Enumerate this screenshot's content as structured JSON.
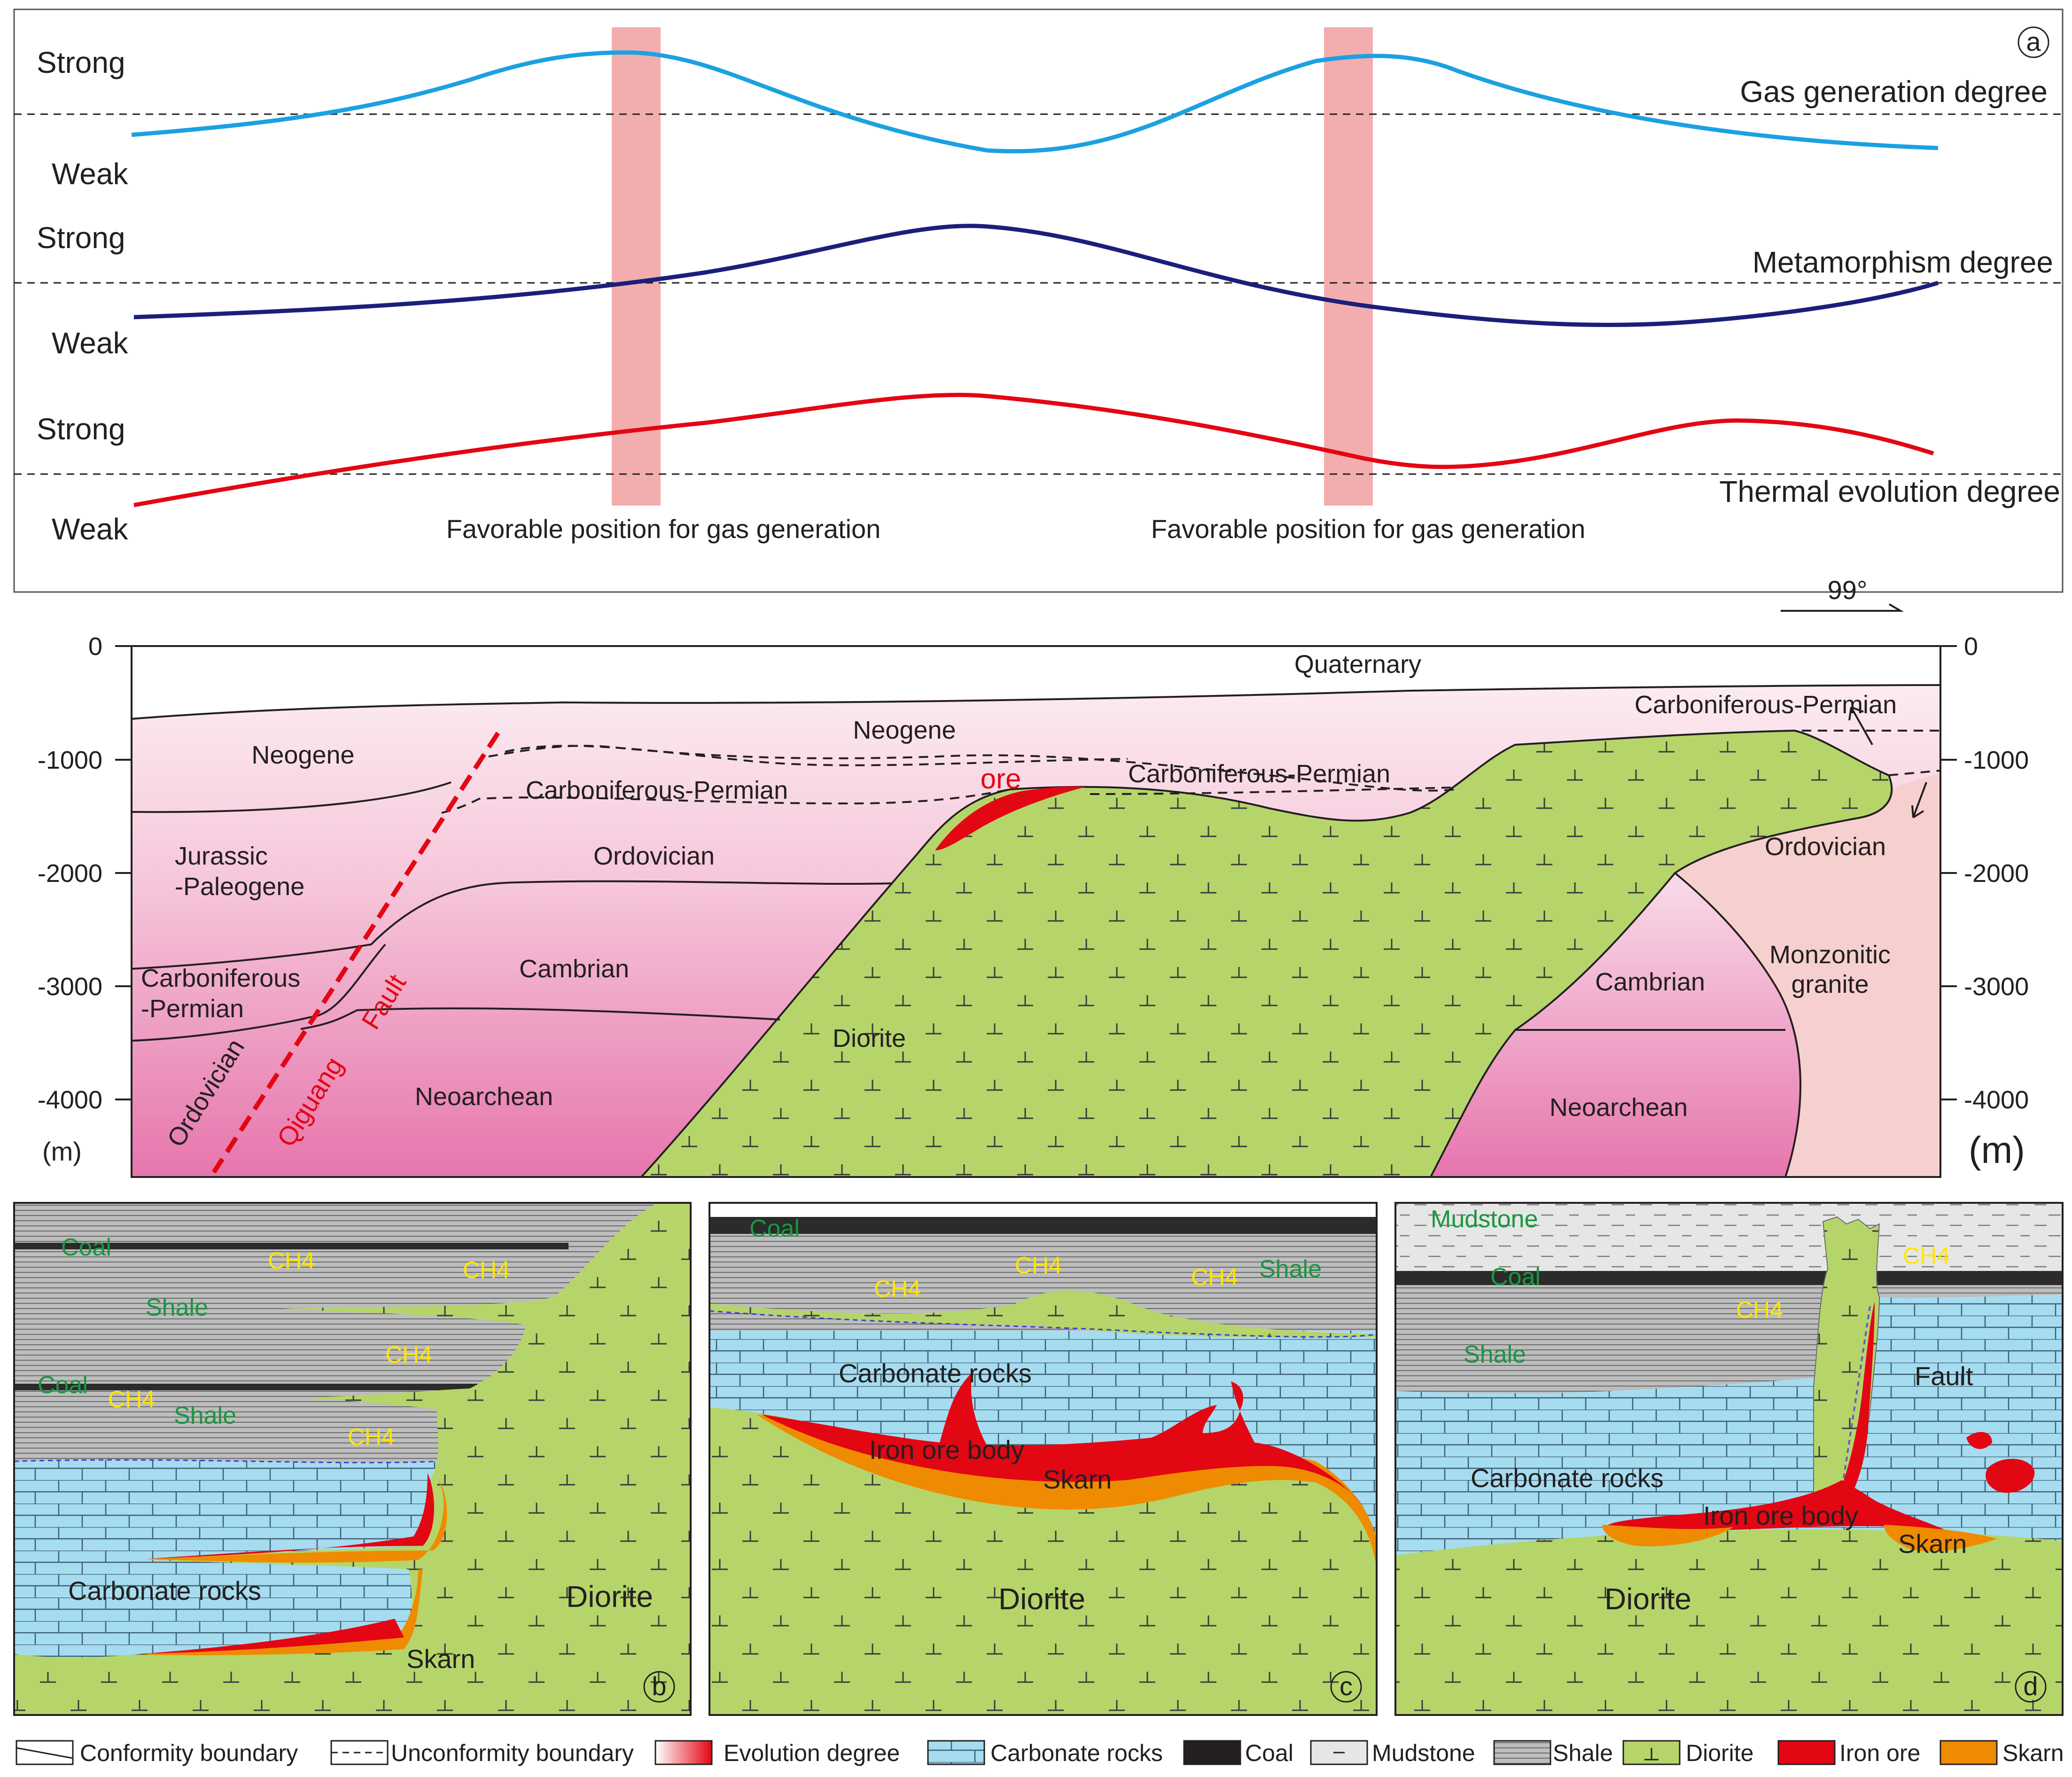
{
  "panel_a": {
    "panel_label": "a",
    "rows": [
      {
        "strong": "Strong",
        "weak": "Weak",
        "title": "Gas generation degree",
        "color": "#1ba1e2"
      },
      {
        "strong": "Strong",
        "weak": "Weak",
        "title": "Metamorphism degree",
        "color": "#1b1f7a"
      },
      {
        "strong": "Strong",
        "weak": "Weak",
        "title": "Thermal evolution degree",
        "color": "#e30613"
      }
    ],
    "favorable_label_1": "Favorable position for gas generation",
    "favorable_label_2": "Favorable position for gas generation",
    "band_color": "#f2aeae"
  },
  "section": {
    "azimuth": "99°",
    "depth_ticks_left": [
      "0",
      "-1000",
      "-2000",
      "-3000",
      "-4000"
    ],
    "depth_ticks_right": [
      "0",
      "-1000",
      "-2000",
      "-3000",
      "-4000"
    ],
    "unit_left": "(m)",
    "unit_right": "(m)",
    "units": {
      "quaternary": "Quaternary",
      "neogene_left": "Neogene",
      "neogene_mid": "Neogene",
      "cp_top_right": "Carboniferous-Permian",
      "cp_mid": "Carboniferous-Permian",
      "cp_right": "Carboniferous-Permian",
      "jurassic_1": "Jurassic",
      "jurassic_2": "-Paleogene",
      "ordovician_mid": "Ordovician",
      "ordovician_left": "Ordovician",
      "ordovician_right": "Ordovician",
      "cp_left_1": "Carboniferous",
      "cp_left_2": "-Permian",
      "cambrian_mid": "Cambrian",
      "cambrian_right": "Cambrian",
      "neoarchean_mid": "Neoarchean",
      "neoarchean_right": "Neoarchean",
      "diorite": "Diorite",
      "monzonitic_1": "Monzonitic",
      "monzonitic_2": "granite",
      "ore": "ore",
      "fault_1": "Qiguang",
      "fault_2": "Fault"
    }
  },
  "panel_b": {
    "panel_label": "b",
    "coal_1": "Coal",
    "coal_2": "Coal",
    "shale_1": "Shale",
    "shale_2": "Shale",
    "ch4": [
      "CH4",
      "CH4",
      "CH4",
      "CH4",
      "CH4"
    ],
    "carbonate": "Carbonate rocks",
    "diorite": "Diorite",
    "skarn": "Skarn"
  },
  "panel_c": {
    "panel_label": "c",
    "coal": "Coal",
    "shale": "Shale",
    "ch4": [
      "CH4",
      "CH4",
      "CH4"
    ],
    "carbonate": "Carbonate rocks",
    "iron": "Iron ore body",
    "skarn": "Skarn",
    "diorite": "Diorite"
  },
  "panel_d": {
    "panel_label": "d",
    "mudstone": "Mudstone",
    "coal": "Coal",
    "shale": "Shale",
    "ch4": [
      "CH4",
      "CH4"
    ],
    "fault": "Fault",
    "carbonate": "Carbonate rocks",
    "iron": "Iron ore body",
    "skarn": "Skarn",
    "diorite": "Diorite"
  },
  "legend": [
    {
      "label": "Conformity boundary",
      "icon": "conformity-line"
    },
    {
      "label": "Unconformity boundary",
      "icon": "unconformity-line"
    },
    {
      "label": "Evolution  degree",
      "icon": "gradient-red"
    },
    {
      "label": "Carbonate rocks",
      "icon": "brick-blue"
    },
    {
      "label": "Coal",
      "icon": "black-box"
    },
    {
      "label": "Mudstone",
      "icon": "dash-box"
    },
    {
      "label": "Shale",
      "icon": "grey-lines"
    },
    {
      "label": "Diorite",
      "icon": "green-tee"
    },
    {
      "label": "Iron ore",
      "icon": "red-box"
    },
    {
      "label": "Skarn",
      "icon": "orange-box"
    }
  ],
  "colors": {
    "diorite": "#b5d56a",
    "carbonate": "#a6dcf0",
    "shale": "#bdbdbd",
    "coal": "#2b2b2b",
    "iron": "#e30613",
    "skarn": "#ef8b00",
    "monzonite": "#f6d0cf"
  }
}
